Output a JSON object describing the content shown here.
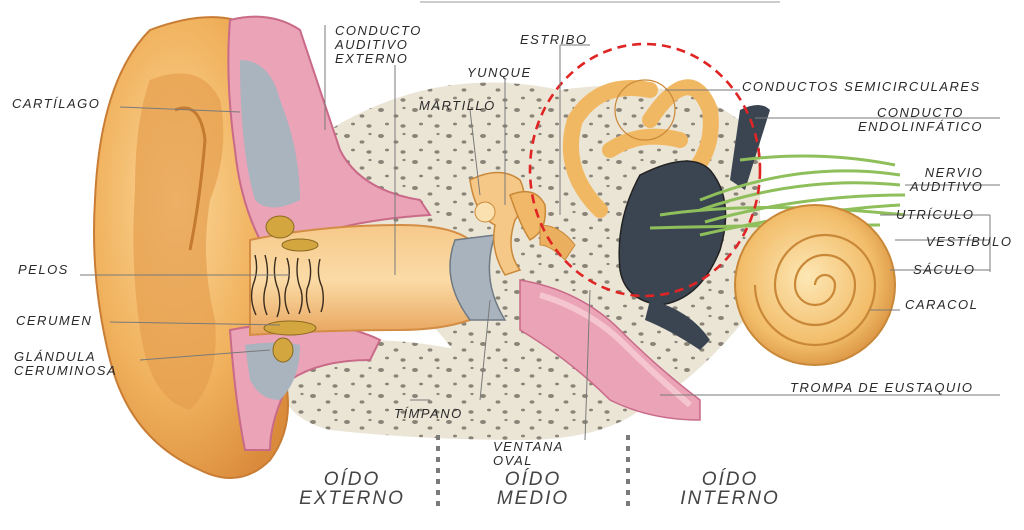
{
  "labels": {
    "cartilago": "Cartílago",
    "conducto_auditivo_externo": [
      "Conducto",
      "auditivo",
      "externo"
    ],
    "estribo": "Estribo",
    "yunque": "Yunque",
    "martillo": "Martillo",
    "conductos_semicirculares": "Conductos semicirculares",
    "conducto_endolinfatico": [
      "Conducto",
      "endolinfático"
    ],
    "nervio_auditivo": [
      "Nervio",
      "auditivo"
    ],
    "utriculo": "Utrículo",
    "vestibulo": "Vestíbulo",
    "saculo": "Sáculo",
    "caracol": "Caracol",
    "trompa_de_eustaquio": "Trompa de Eustaquio",
    "pelos": "Pelos",
    "cerumen": "Cerumen",
    "glandula_ceruminosa": [
      "Glándula",
      "ceruminosa"
    ],
    "timpano": "Tímpano",
    "ventana_oval": [
      "Ventana",
      "oval"
    ]
  },
  "regions": {
    "oido_externo": [
      "Oído",
      "externo"
    ],
    "oido_medio": [
      "Oído",
      "medio"
    ],
    "oido_interno": [
      "Oído",
      "interno"
    ]
  },
  "colors": {
    "skin": "#f0b15c",
    "skin_light": "#fbd79a",
    "pink": "#e9a0b4",
    "bone": "#e9e3d2",
    "gray_blue": "#a8b3bd",
    "nerve": "#8fbf5a",
    "dark": "#3b4552",
    "highlight": "#e02424"
  }
}
